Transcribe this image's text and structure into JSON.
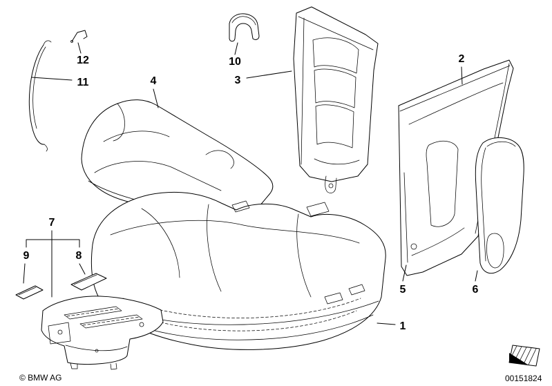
{
  "diagram": {
    "callouts": [
      {
        "label": "1"
      },
      {
        "label": "2"
      },
      {
        "label": "3"
      },
      {
        "label": "4"
      },
      {
        "label": "5"
      },
      {
        "label": "6"
      },
      {
        "label": "7"
      },
      {
        "label": "8"
      },
      {
        "label": "9"
      },
      {
        "label": "10"
      },
      {
        "label": "11"
      },
      {
        "label": "12"
      }
    ],
    "footer": {
      "copyright": "© BMW AG",
      "doc_number": "00151824"
    },
    "corner_icon": "hatched-flag-icon"
  }
}
